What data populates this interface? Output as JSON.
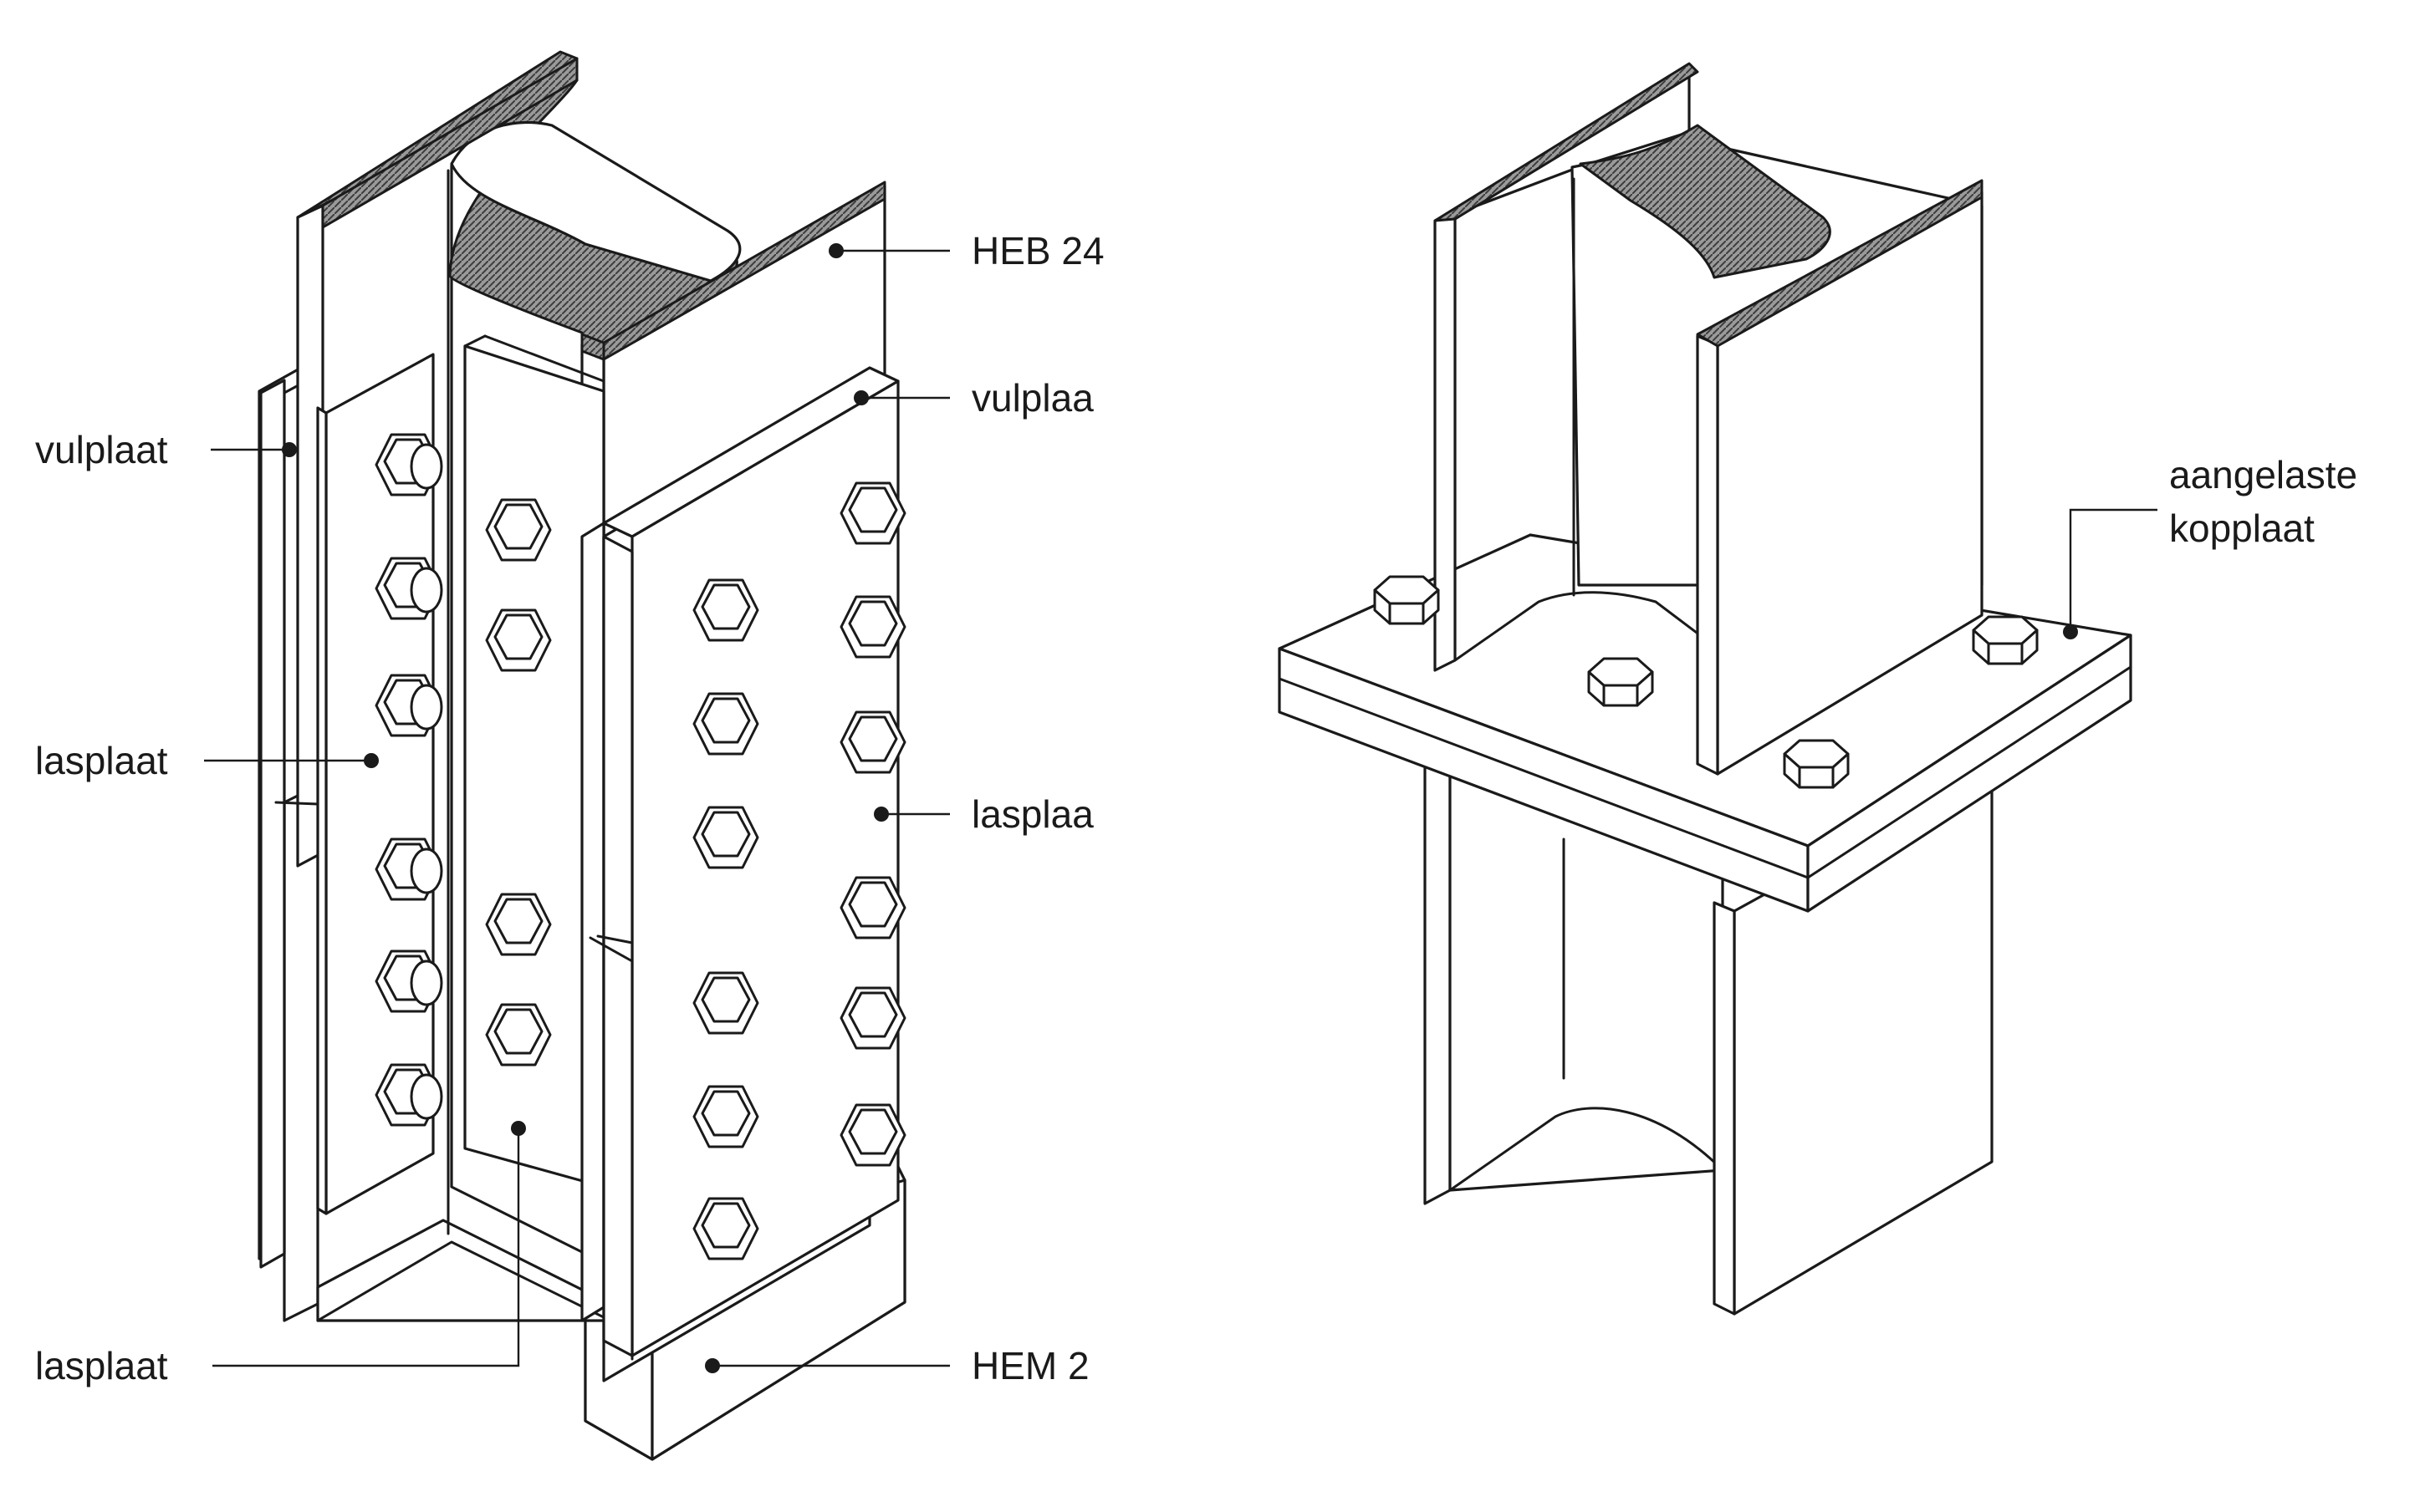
{
  "left_figure": {
    "labels": {
      "heb": "HEB 24",
      "vulplaat_top_right": "vulplaa",
      "vulplaat_left": "vulplaat",
      "lasplaat_left": "lasplaat",
      "lasplaat_right": "lasplaa",
      "lasplaat_bottom": "lasplaat",
      "hem": "HEM 2"
    }
  },
  "right_figure": {
    "labels": {
      "kopplaat_line1": "aangelaste",
      "kopplaat_line2": "kopplaat"
    }
  }
}
